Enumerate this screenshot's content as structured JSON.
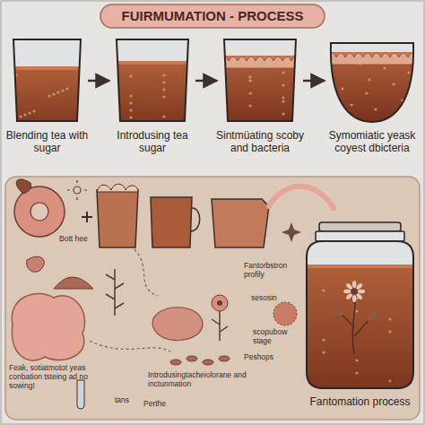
{
  "diagram": {
    "title": "FUIRMUMATION - PROCESS",
    "nodes": [
      {
        "text": [
          "Blending tea with sugar"
        ]
      },
      {
        "text": [
          "Introdusing tea sugar"
        ]
      },
      {
        "text": [
          "Sintmüating scoby and bacteria"
        ]
      },
      {
        "text": [
          "Symomiatic yeask coyest dbicteria"
        ]
      },
      {
        "text": [
          "Fantomation process"
        ]
      }
    ],
    "edges": [
      {
        "from": 0,
        "to": 1,
        "arrow": "to"
      },
      {
        "from": 1,
        "to": 2,
        "arrow": "to"
      },
      {
        "from": 2,
        "to": 3,
        "arrow": "to"
      }
    ],
    "labels": [
      "Bott hee",
      "Feak, sotiatmotot yeas conbation tsteing ad no sowing!",
      "tans",
      "Perthe",
      "Introdusingtacheiolorane and inctunmation",
      "Peshops",
      "Fantorbstron profily",
      "sesosin",
      "scopubow stage"
    ]
  }
}
